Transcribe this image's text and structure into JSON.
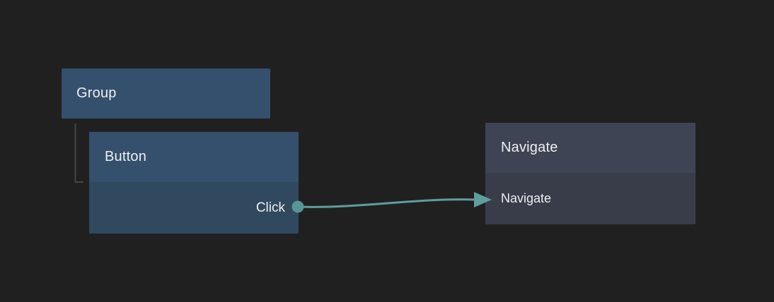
{
  "canvas": {
    "background_color": "#202021",
    "text_color": "#edeff1"
  },
  "nodes": {
    "group": {
      "title": "Group",
      "color": "#35506d"
    },
    "button": {
      "title": "Button",
      "header_color": "#35506d",
      "body_color": "#31495f",
      "output_port": {
        "label": "Click",
        "direction": "output",
        "port_color": "#579793"
      }
    },
    "navigate": {
      "title": "Navigate",
      "header_color": "#3f4454",
      "body_color": "#393d4a",
      "input_port": {
        "label": "Navigate",
        "direction": "input"
      }
    }
  },
  "connections": {
    "tree_connector": {
      "parent": "Group",
      "child": "Button",
      "color": "#454545"
    },
    "edge": {
      "from_port": "Click",
      "to_port": "Navigate",
      "color": "#5f9e9b"
    }
  }
}
